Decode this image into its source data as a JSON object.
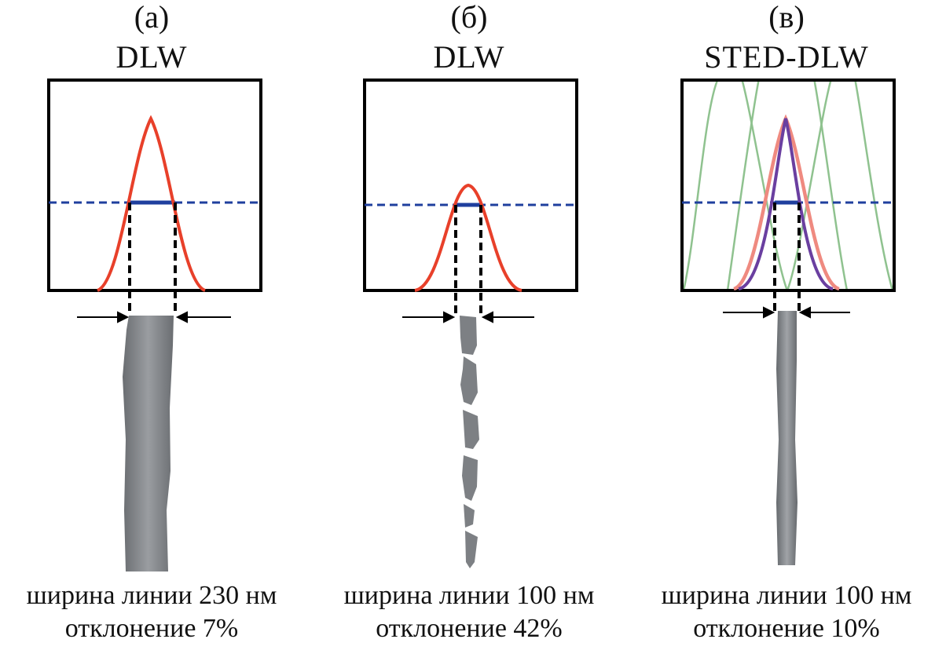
{
  "panels": [
    {
      "letter": "(а)",
      "method": "DLW",
      "caption_width": "ширина линии 230 нм",
      "caption_deviation": "отклонение 7%"
    },
    {
      "letter": "(б)",
      "method": "DLW",
      "caption_width": "ширина линии 100 нм",
      "caption_deviation": "отклонение 42%"
    },
    {
      "letter": "(в)",
      "method": "STED-DLW",
      "caption_width": "ширина линии 100 нм",
      "caption_deviation": "отклонение 10%"
    }
  ],
  "colors": {
    "excitation": "#e8402a",
    "excitation_light": "#ef8a80",
    "effective": "#6a3fa0",
    "depletion": "#8fc28f",
    "threshold": "#1f3f9e",
    "line": "#7d8084",
    "frame": "#000000"
  }
}
